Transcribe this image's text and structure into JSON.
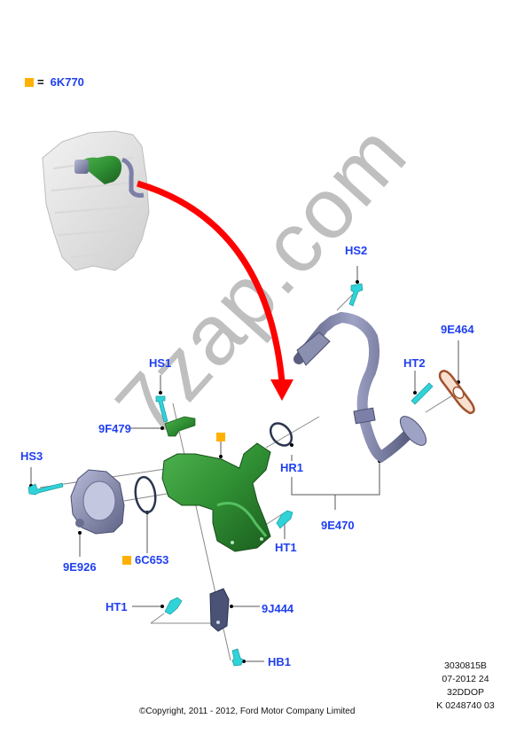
{
  "legend": {
    "marker_color": "#ffb000",
    "equals": "=",
    "part": "6K770"
  },
  "labels": {
    "hs1": "HS1",
    "hs2": "HS2",
    "hs3": "HS3",
    "f9479": "9F479",
    "e9926": "9E926",
    "c6653": "6C653",
    "ht1_a": "HT1",
    "ht1_b": "HT1",
    "ht2": "HT2",
    "hr1": "HR1",
    "e9470": "9E470",
    "e9464": "9E464",
    "j9444": "9J444",
    "hb1": "HB1"
  },
  "reference": {
    "line1": "3030815B",
    "line2": "07-2012 24",
    "line3": "32DDOP",
    "line4": "K 0248740 03"
  },
  "copyright": "©Copyright, 2011 - 2012, Ford Motor Company Limited",
  "watermark": "7zap.com",
  "colors": {
    "label_blue": "#1f3ff0",
    "highlight_orange": "#ffb000",
    "arrow_red": "#ff0000",
    "egr_green": "#2e8b2e",
    "pipe_gray_blue": "#7c80a8",
    "fastener_cyan": "#2fd3d8",
    "gasket_brown": "#a0522d"
  }
}
